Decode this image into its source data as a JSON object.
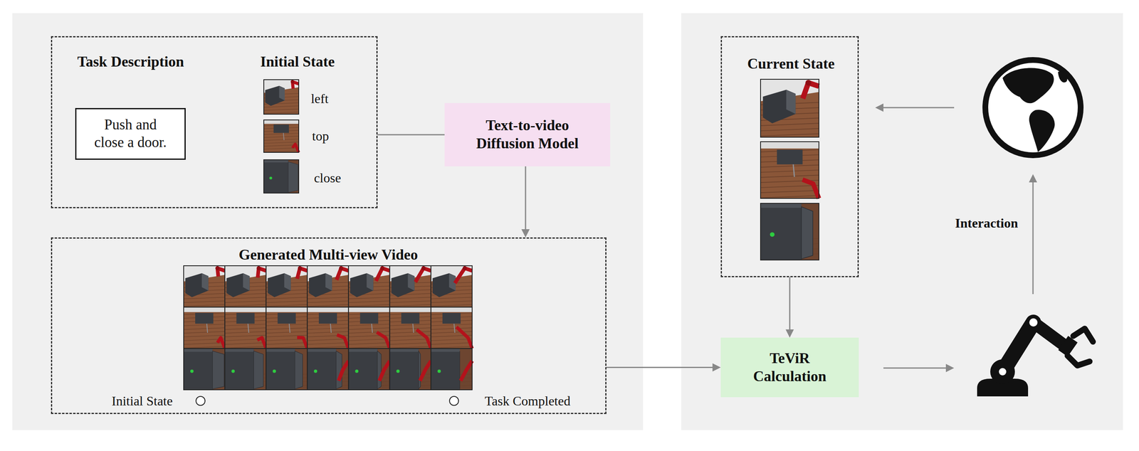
{
  "diagram": {
    "nodes": [
      {
        "text": [
          "Task Description",
          "Initial State"
        ]
      },
      {
        "text": [
          "Push and close a door."
        ],
        "in": 0
      },
      {
        "text": [
          "Text-to-video Diffusion Model"
        ]
      },
      {
        "text": [
          "Generated Multi-view Video"
        ]
      },
      {
        "text": [
          "Current State"
        ]
      },
      {
        "text": [
          "TeViR Calculation"
        ]
      }
    ],
    "edges": [
      {
        "from": 0,
        "to": 2,
        "arrow": "none"
      },
      {
        "from": 2,
        "to": 3,
        "arrow": "to"
      },
      {
        "from": 3,
        "to": 5,
        "arrow": "to"
      },
      {
        "from": 4,
        "to": 5,
        "arrow": "to"
      }
    ],
    "labels": [
      "left",
      "top",
      "close",
      "Initial State",
      "Task Completed",
      "Interaction"
    ]
  }
}
